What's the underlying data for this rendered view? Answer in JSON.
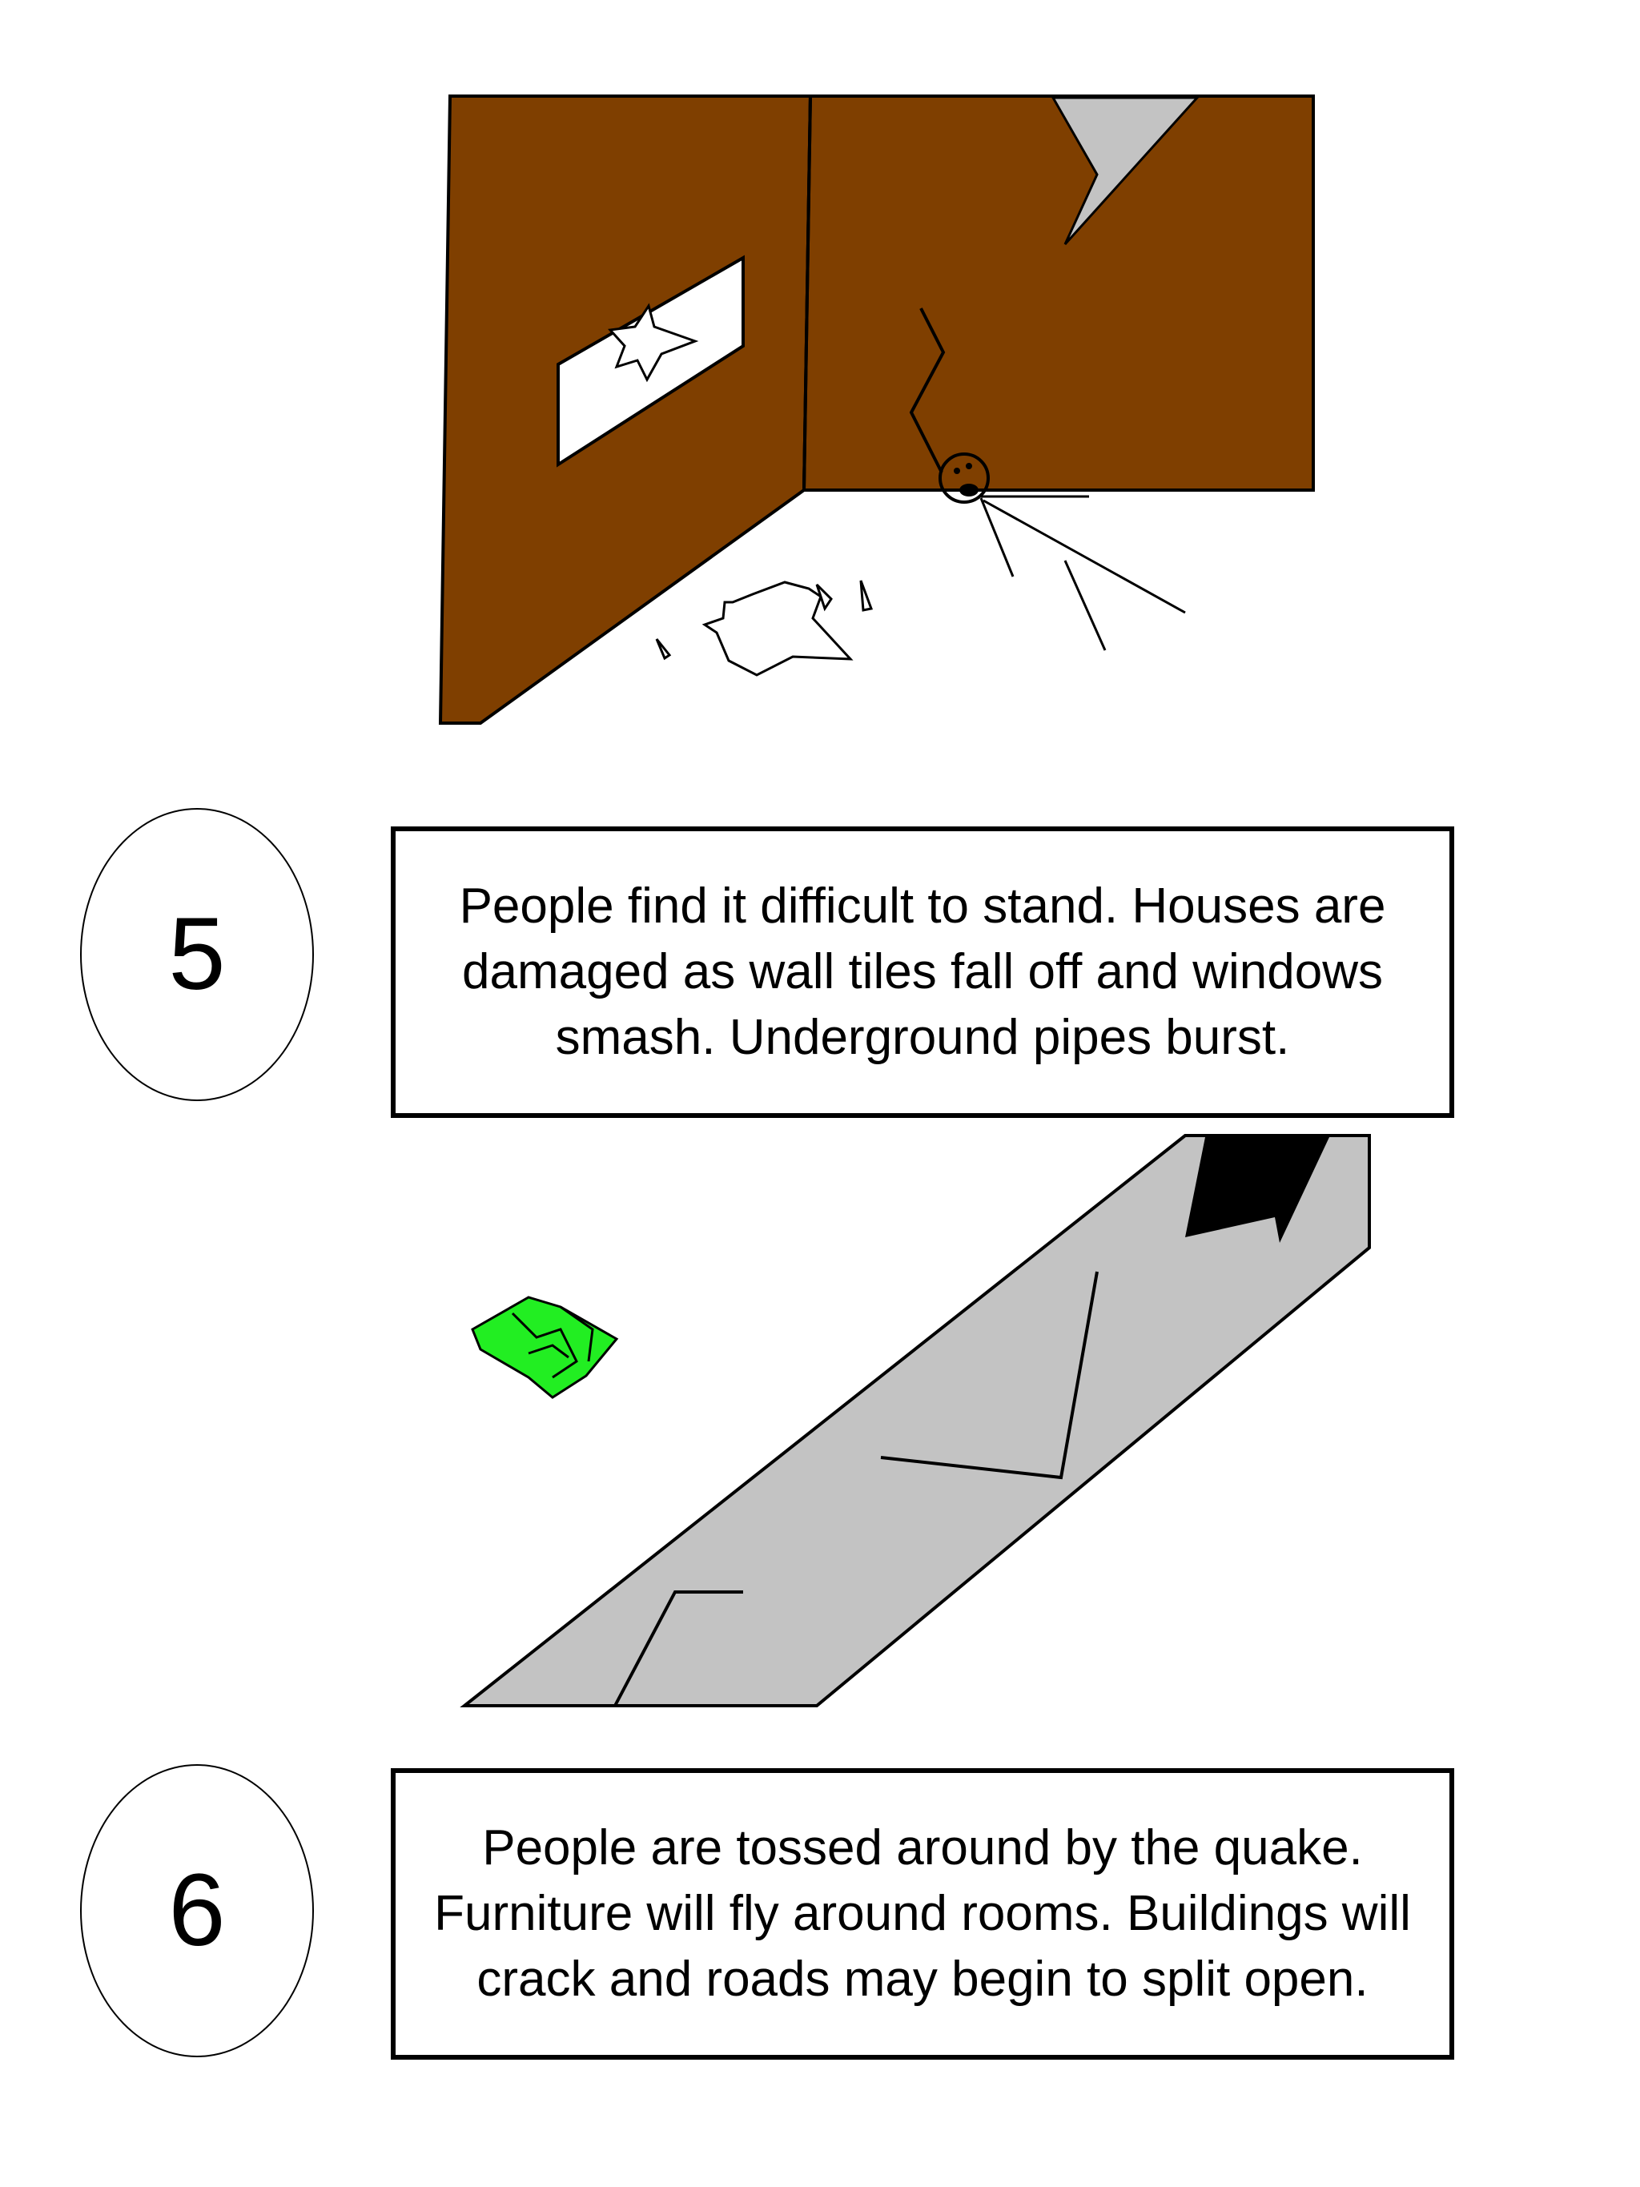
{
  "levels": [
    {
      "number": "5",
      "description": "People find it difficult to stand. Houses are damaged as wall tiles fall off and windows smash. Underground pipes burst."
    },
    {
      "number": "6",
      "description": "People are tossed around by the quake. Furniture will fly around rooms. Buildings will crack  and roads may begin to split open."
    }
  ],
  "colors": {
    "wall": "#7F3F00",
    "gray": "#C3C3C3",
    "green": "#22EE22",
    "black": "#000000",
    "white": "#FFFFFF"
  },
  "icons": {
    "panel_5": "room-corner-with-broken-window-and-fallen-person",
    "panel_6": "cracked-road-with-flying-green-object"
  }
}
